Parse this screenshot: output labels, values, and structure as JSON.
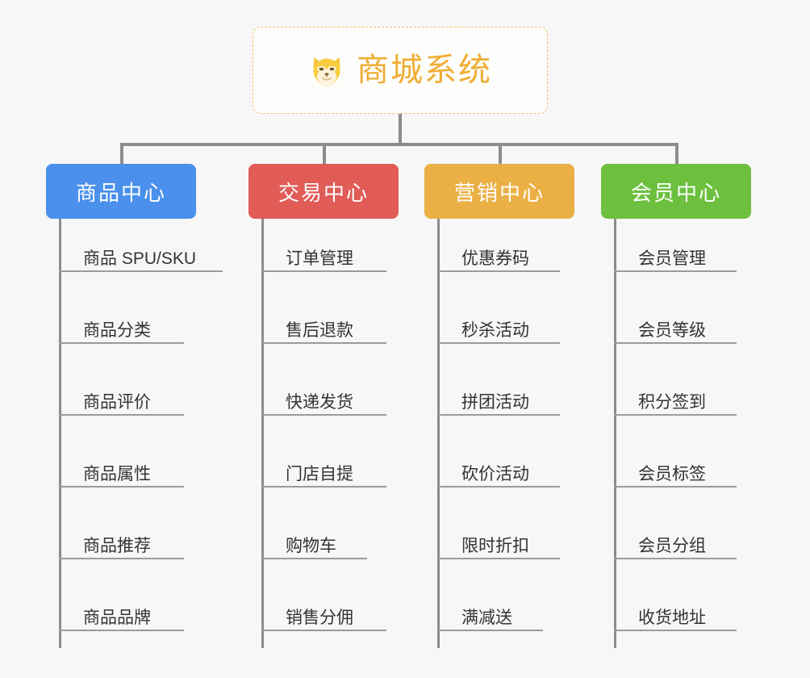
{
  "page": {
    "background_color": "#f7f7f7",
    "connector_color": "#8c8c8c"
  },
  "root": {
    "title": "商城系统",
    "icon": "shiba-inu-dog-face-icon",
    "text_color": "#f0ad33",
    "border_color": "#f2c06a"
  },
  "categories": [
    {
      "label": "商品中心",
      "color": "#4a90ec",
      "items": [
        "商品 SPU/SKU",
        "商品分类",
        "商品评价",
        "商品属性",
        "商品推荐",
        "商品品牌"
      ]
    },
    {
      "label": "交易中心",
      "color": "#e15b57",
      "items": [
        "订单管理",
        "售后退款",
        "快递发货",
        "门店自提",
        "购物车",
        "销售分佣"
      ]
    },
    {
      "label": "营销中心",
      "color": "#eab045",
      "items": [
        "优惠券码",
        "秒杀活动",
        "拼团活动",
        "砍价活动",
        "限时折扣",
        "满减送"
      ]
    },
    {
      "label": "会员中心",
      "color": "#6dc03e",
      "items": [
        "会员管理",
        "会员等级",
        "积分签到",
        "会员标签",
        "会员分组",
        "收货地址"
      ]
    }
  ]
}
